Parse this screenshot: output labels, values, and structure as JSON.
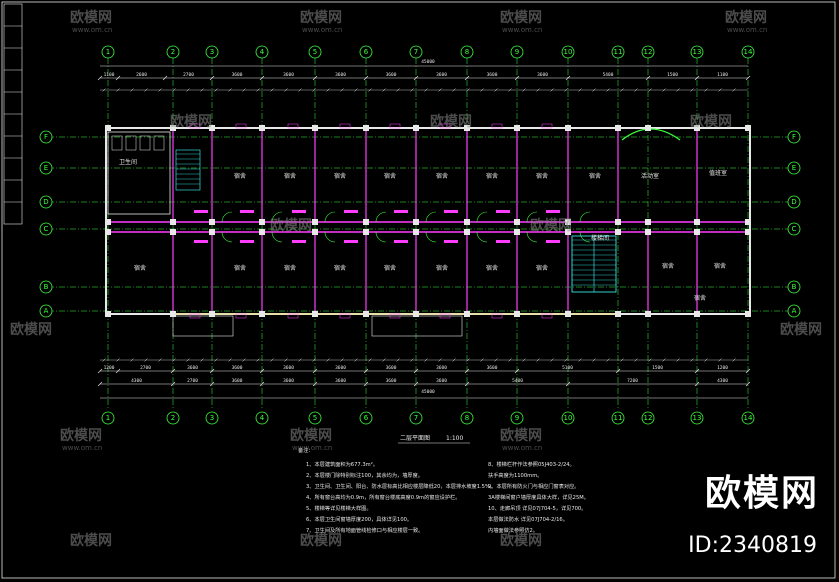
{
  "drawing": {
    "title": "二层平面图",
    "scale": "1:100",
    "total_width": "45000"
  },
  "axes_top": [
    "1",
    "2",
    "3",
    "4",
    "5",
    "6",
    "7",
    "8",
    "9",
    "10",
    "11",
    "12",
    "13",
    "14"
  ],
  "axes_bottom": [
    "1",
    "2",
    "3",
    "4",
    "5",
    "6",
    "7",
    "8",
    "9",
    "10",
    "11",
    "12",
    "13",
    "14"
  ],
  "axes_left": [
    "F",
    "E",
    "D",
    "C",
    "B",
    "A"
  ],
  "dims_top": [
    "1100",
    "2600",
    "2700",
    "3600",
    "3600",
    "3600",
    "3600",
    "3600",
    "3600",
    "3600",
    "5400",
    "1500",
    "1100"
  ],
  "dims_bottom": [
    "1200",
    "2700",
    "3600",
    "3600",
    "3600",
    "3600",
    "3600",
    "3600",
    "3600",
    "5100",
    "1500",
    "1200"
  ],
  "dims_bottom2": [
    "4300",
    "2700",
    "3600",
    "3600",
    "3600",
    "3600",
    "3600",
    "5400",
    "7200",
    "4300"
  ],
  "rooms": [
    "宿舍",
    "宿舍",
    "宿舍",
    "宿舍",
    "宿舍",
    "宿舍",
    "宿舍",
    "宿舍",
    "宿舍",
    "宿舍",
    "宿舍",
    "宿舍",
    "宿舍",
    "宿舍",
    "宿舍",
    "宿舍",
    "宿舍",
    "活动室",
    "值班室",
    "楼梯间",
    "卫生间",
    "宿舍",
    "宿舍"
  ],
  "notes": {
    "header": "备注：",
    "left": [
      "1、本层建筑面积为677.3m²。",
      "2、本层楼门除特别标注100，其余均为，墙厚度。",
      "3、卫生间、卫生间、阳台、防水层标高比相应楼层降低20，本层排水坡度1.5%。",
      "4、所有窗台高均为0.9m，所有窗台楼底高度0.9m的窗应设护栏。",
      "5、楼梯等详见楼梯大样图。",
      "6、本层卫生间窗墙厚度200，具体详见100。",
      "7、卫生间及所有地面管线检修口与相应楼层一致。"
    ],
    "right": [
      "8、楼梯栏杆作法参照05J403-2/24。",
      "   扶手高度为1100mm。",
      "9、本层所有防火门与相应门窗表对应。",
      "   3A楼梯间窗户墙厚度具体大样，详见25M。",
      "10、走廊吊顶    详见07J704-5，详见700。",
      "    本层做法防水      详见07J704-2/16。",
      "    内墙面做法参照仿2。"
    ]
  },
  "watermark": {
    "text": "欧模网",
    "url": "www.om.cn",
    "id": "ID:2340819"
  },
  "colors": {
    "background": "#000000",
    "axis": "#3cff3c",
    "wall": "#e8e8e8",
    "partition": "#ff3cff",
    "column": "#e8e8e8",
    "door": "#3cff3c",
    "dimension": "#e8e8e8",
    "stair": "#3cffff",
    "annotation": "#e8d23c",
    "tag": "#ff3cff"
  }
}
